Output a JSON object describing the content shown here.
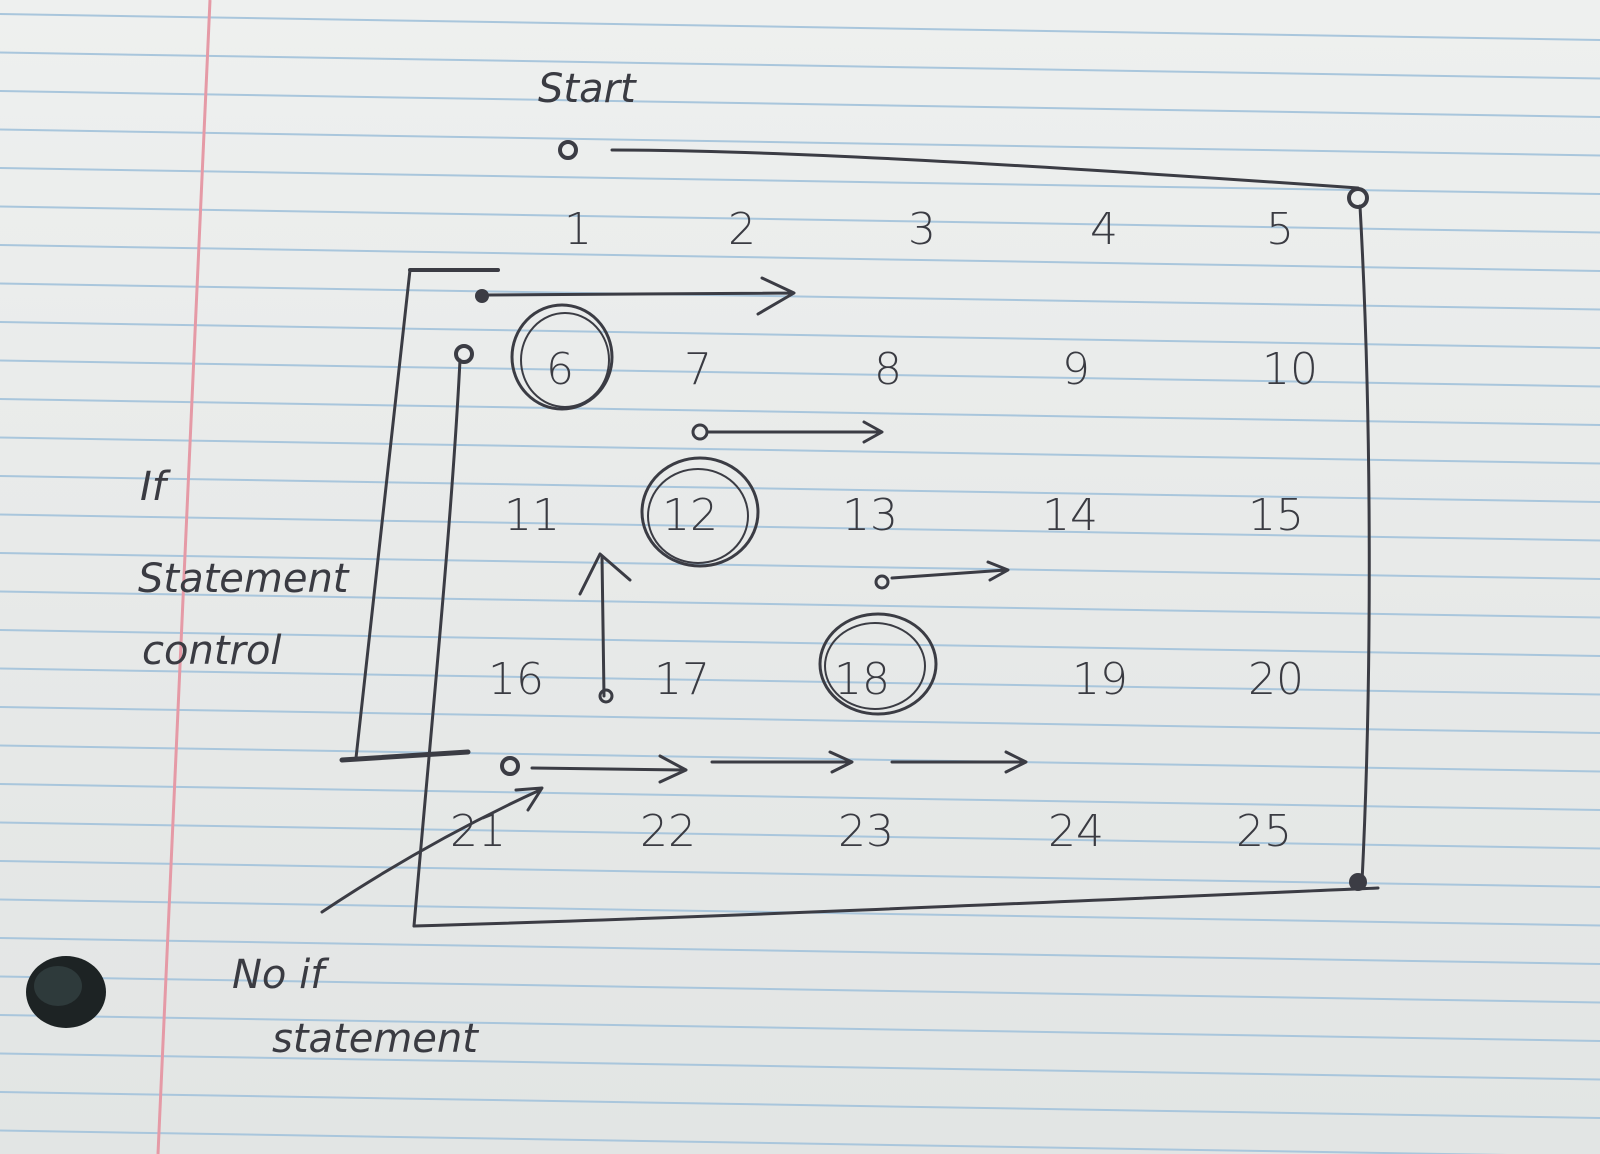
{
  "labels": {
    "start": "Start",
    "if_line1": "If",
    "if_line2": "Statement",
    "if_line3": "control",
    "no_if_line1": "No if",
    "no_if_line2": "statement"
  },
  "grid": [
    [
      "1",
      "2",
      "3",
      "4",
      "5"
    ],
    [
      "6",
      "7",
      "8",
      "9",
      "10"
    ],
    [
      "11",
      "12",
      "13",
      "14",
      "15"
    ],
    [
      "16",
      "17",
      "18",
      "19",
      "20"
    ],
    [
      "21",
      "22",
      "23",
      "24",
      "25"
    ]
  ],
  "circled": [
    "6",
    "12",
    "18"
  ],
  "colors": {
    "ink": "#3b3c44",
    "rule": "#a9c6dc",
    "margin": "#e59aa6",
    "paper": "#eceeed"
  }
}
